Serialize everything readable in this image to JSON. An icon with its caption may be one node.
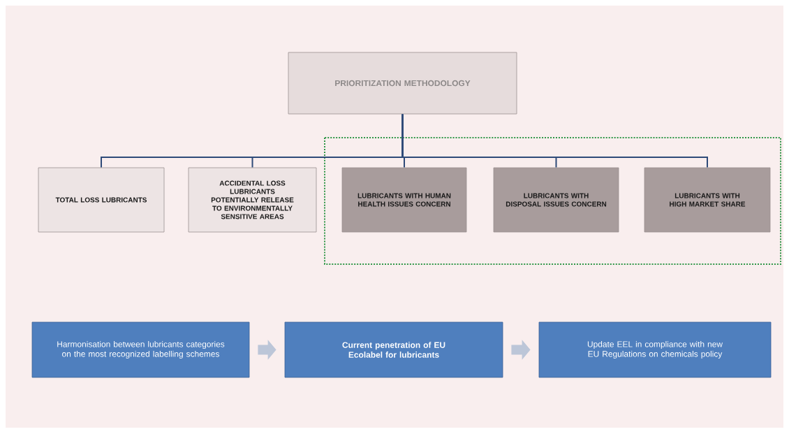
{
  "diagram": {
    "nodes": [
      {
        "text": [
          "PRIORITIZATION METHODOLOGY"
        ]
      },
      {
        "text": [
          "TOTAL LOSS LUBRICANTS"
        ]
      },
      {
        "text": [
          "ACCIDENTAL LOSS LUBRICANTS POTENTIALLY RELEASE TO ENVIRONMENTALLY SENSITIVE AREAS"
        ]
      },
      {
        "text": [
          "LUBRICANTS WITH HUMAN HEALTH ISSUES CONCERN"
        ]
      },
      {
        "text": [
          "LUBRICANTS WITH DISPOSAL ISSUES CONCERN"
        ]
      },
      {
        "text": [
          "LUBRICANTS WITH HIGH MARKET SHARE"
        ]
      },
      {
        "text": [
          "Harmonisation between lubricants categories on the most recognized labelling schemes"
        ]
      },
      {
        "text": [
          "**Current penetration of EU Ecolabel for lubricants**"
        ]
      },
      {
        "text": [
          "Update EEL in compliance with new EU Regulations on chemicals policy"
        ]
      }
    ],
    "edges": [
      {
        "from": 0,
        "to": 1,
        "arrow": "none"
      },
      {
        "from": 0,
        "to": 2,
        "arrow": "none"
      },
      {
        "from": 0,
        "to": 3,
        "arrow": "none"
      },
      {
        "from": 0,
        "to": 4,
        "arrow": "none"
      },
      {
        "from": 0,
        "to": 5,
        "arrow": "none"
      },
      {
        "from": 6,
        "to": 7,
        "arrow": "to",
        "style": "thick",
        "color": "#bcc6d8"
      },
      {
        "from": 7,
        "to": 8,
        "arrow": "to",
        "style": "thick",
        "color": "#bcc6d8"
      }
    ]
  }
}
